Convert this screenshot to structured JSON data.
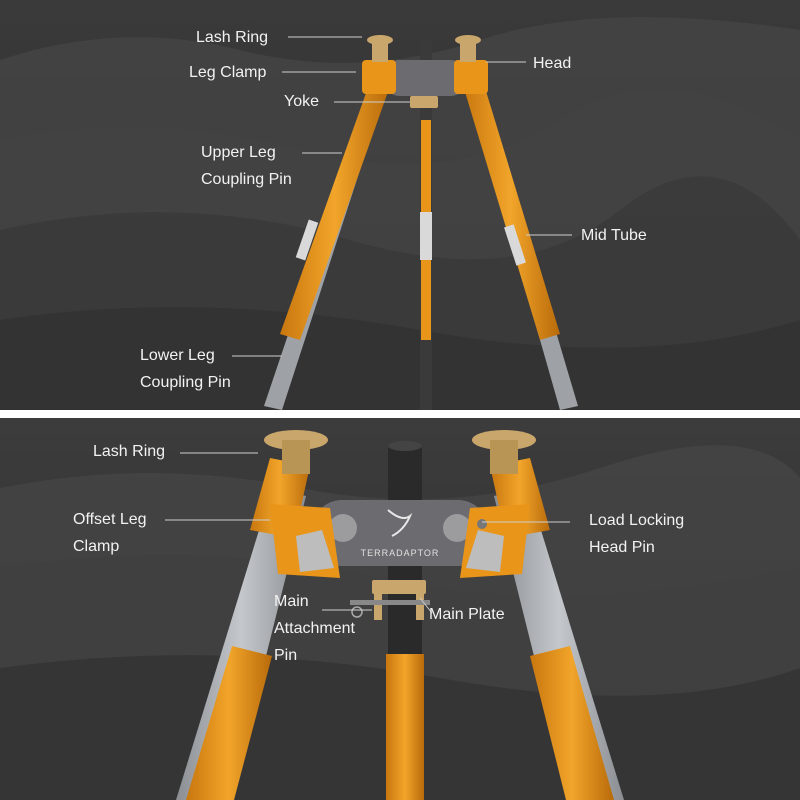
{
  "top_panel": {
    "labels": {
      "lash_ring": "Lash Ring",
      "leg_clamp": "Leg Clamp",
      "yoke": "Yoke",
      "upper_leg_coupling_pin": [
        "Upper Leg",
        "Coupling Pin"
      ],
      "head": "Head",
      "mid_tube": "Mid Tube",
      "lower_leg_coupling_pin": [
        "Lower Leg",
        "Coupling Pin"
      ]
    }
  },
  "bottom_panel": {
    "labels": {
      "lash_ring": "Lash Ring",
      "offset_leg_clamp": [
        "Offset Leg",
        "Clamp"
      ],
      "load_locking_head_pin": [
        "Load Locking",
        "Head Pin"
      ],
      "main_attachment_pin": [
        "Main",
        "Attachment",
        "Pin"
      ],
      "main_plate": "Main Plate"
    },
    "brand": "TerrAdaptor"
  },
  "colors": {
    "leg_orange": "#e8951a",
    "ring_gold": "#c9a66b",
    "tube_silver": "#a8acb0",
    "center_pole": "#333333",
    "plate_grey": "#6c6c70",
    "label_text": "#f2f2f2",
    "divider": "#ffffff"
  }
}
